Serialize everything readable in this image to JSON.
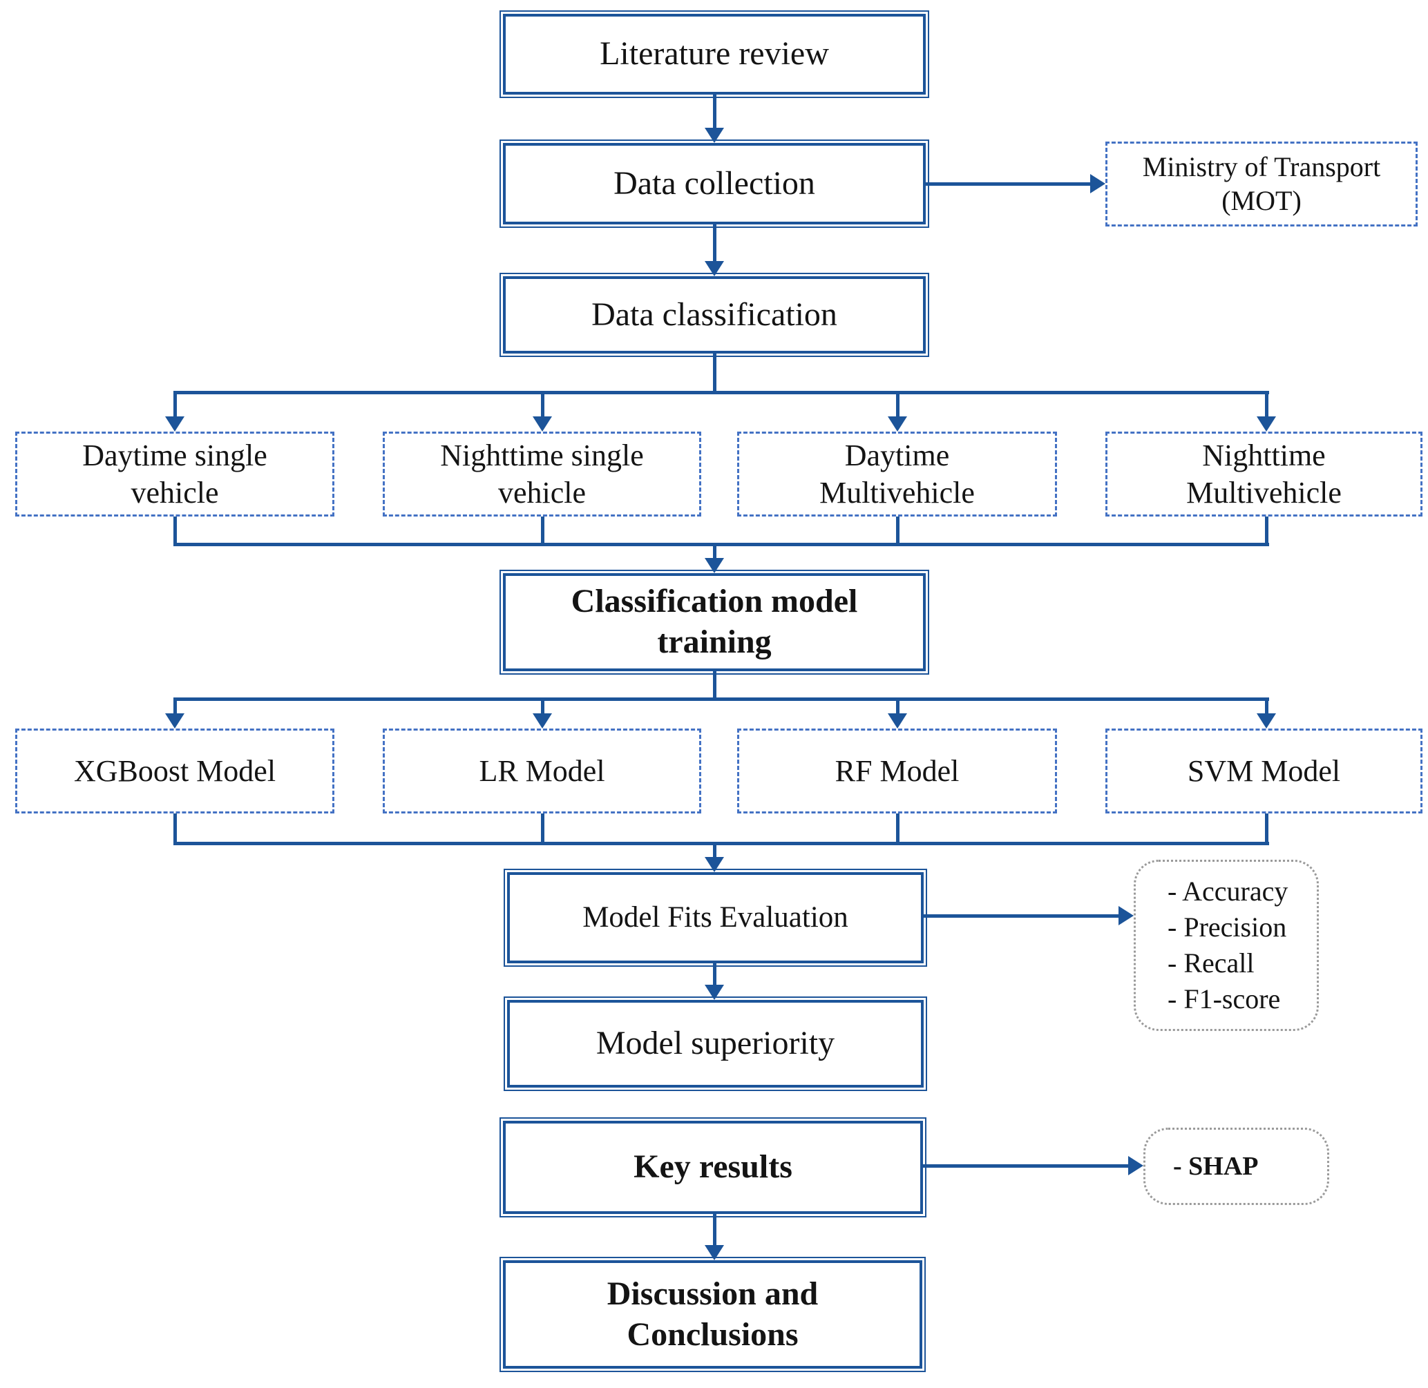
{
  "nodes": {
    "literature_review": {
      "label": "Literature review"
    },
    "data_collection": {
      "label": "Data collection"
    },
    "mot": {
      "lines": [
        "Ministry of Transport",
        "(MOT)"
      ]
    },
    "data_classification": {
      "label": "Data classification"
    },
    "daytime_single": {
      "lines": [
        "Daytime single",
        "vehicle"
      ]
    },
    "nighttime_single": {
      "lines": [
        "Nighttime single",
        "vehicle"
      ]
    },
    "daytime_multi": {
      "lines": [
        "Daytime",
        "Multivehicle"
      ]
    },
    "nighttime_multi": {
      "lines": [
        "Nighttime",
        "Multivehicle"
      ]
    },
    "classification_training": {
      "lines": [
        "Classification model",
        "training"
      ]
    },
    "xgboost": {
      "label": "XGBoost Model"
    },
    "lr": {
      "label": "LR Model"
    },
    "rf": {
      "label": "RF Model"
    },
    "svm": {
      "label": "SVM Model"
    },
    "model_fits": {
      "label": "Model Fits Evaluation"
    },
    "metrics": {
      "items": [
        "- Accuracy",
        "- Precision",
        "- Recall",
        "- F1-score"
      ]
    },
    "model_superiority": {
      "label": "Model superiority"
    },
    "key_results": {
      "label": "Key results"
    },
    "shap": {
      "label": "- SHAP"
    },
    "discussion": {
      "lines": [
        "Discussion and",
        "Conclusions"
      ]
    }
  },
  "colors": {
    "solid_border": "#1C5499",
    "dashed_border": "#4472C4",
    "note_border": "#9A9A9A",
    "connector": "#1C5499",
    "text": "#141414",
    "background": "#FFFFFF"
  }
}
